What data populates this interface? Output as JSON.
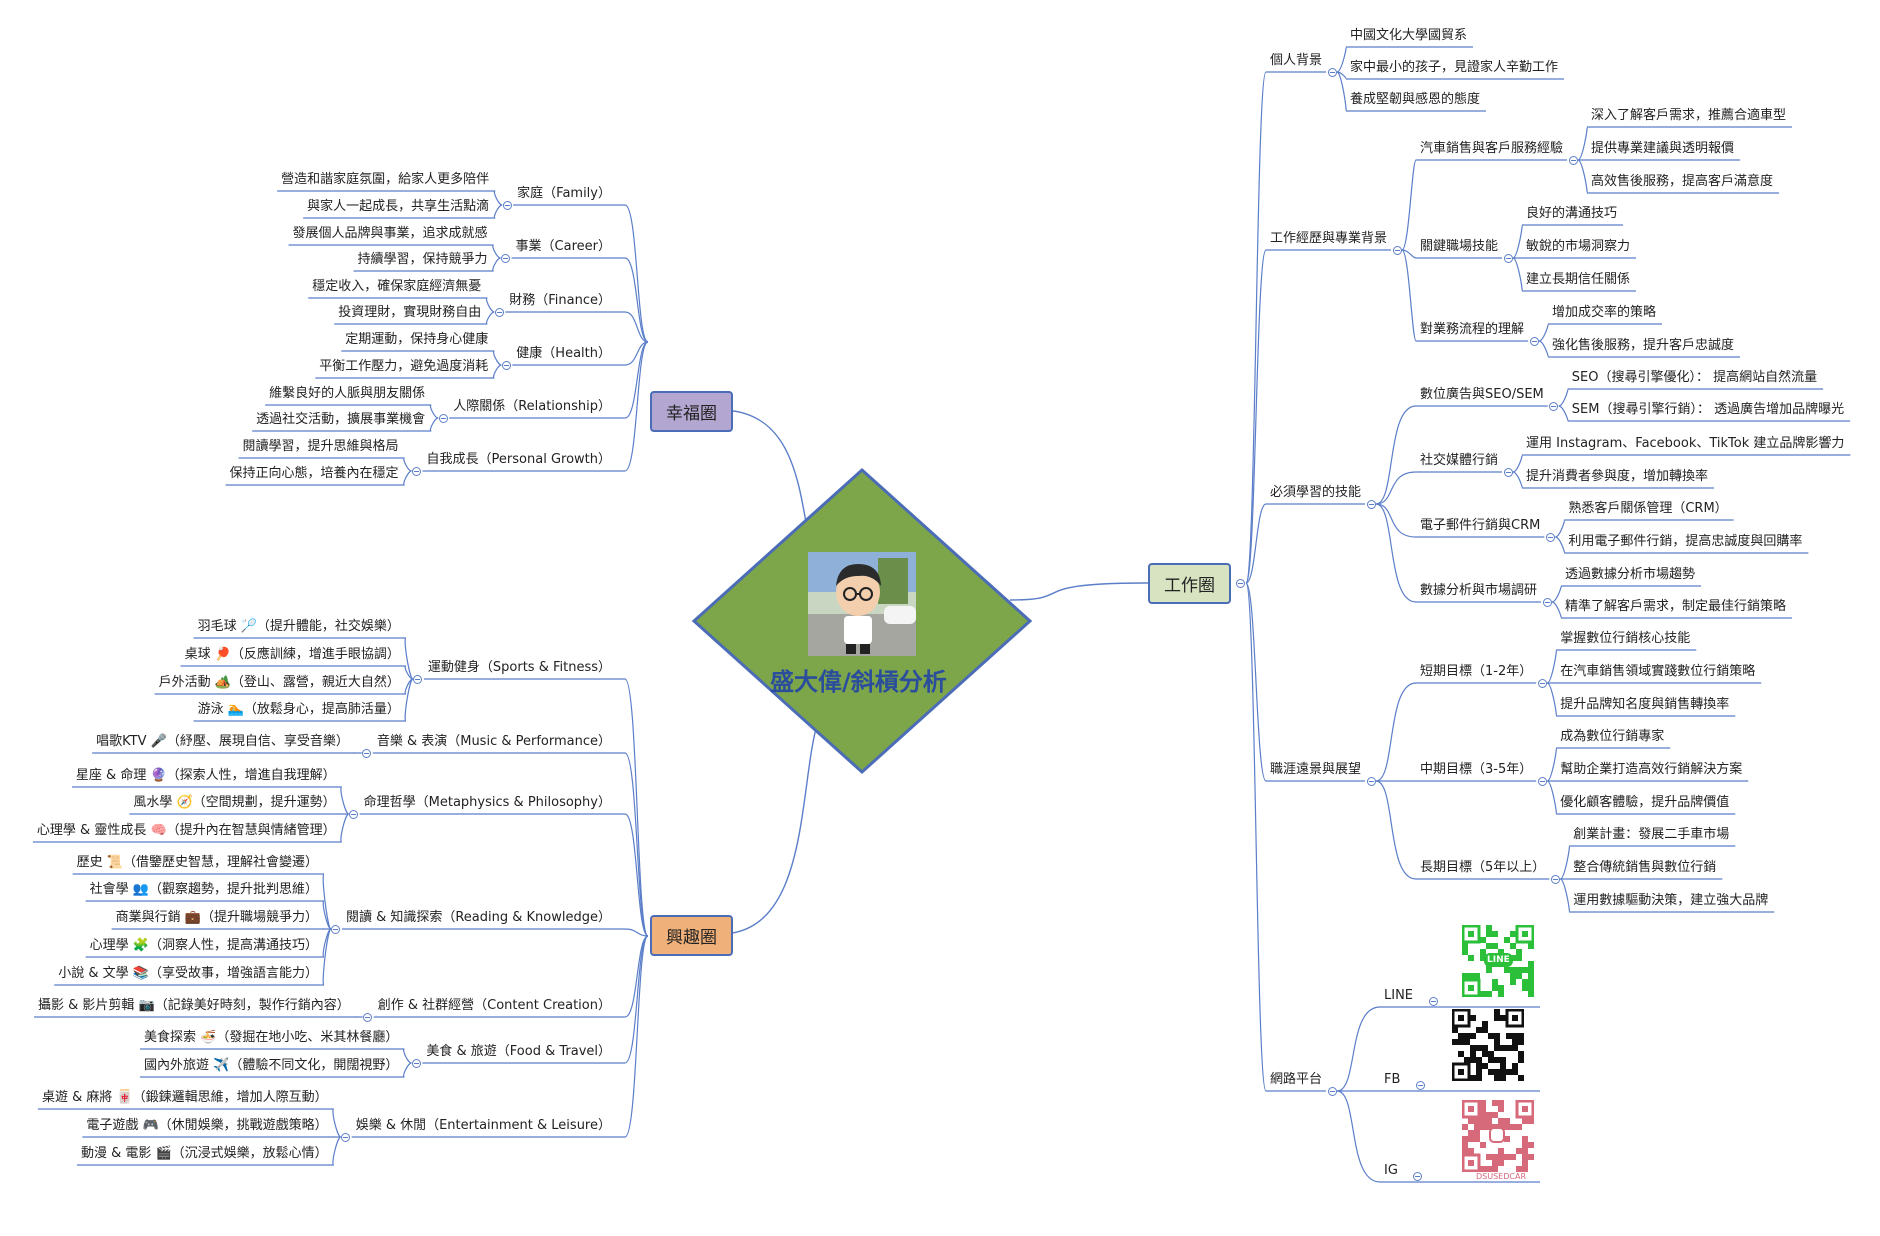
{
  "center": {
    "title": "盛大偉/斜槓分析",
    "avatar_icon": "avatar-icon"
  },
  "colors": {
    "line": "#5b7ec9",
    "happiness_fill": "#b3a6d1",
    "interest_fill": "#f0b07a",
    "work_fill": "#d7e3c1",
    "diamond_fill": "#7da54a",
    "diamond_stroke": "#4b6cb7",
    "title": "#2a4d9c"
  },
  "happiness": {
    "label": "幸福圈",
    "branches": [
      {
        "label": "家庭（Family）",
        "items": [
          "營造和諧家庭氛圍，給家人更多陪伴",
          "與家人一起成長，共享生活點滴"
        ]
      },
      {
        "label": "事業（Career）",
        "items": [
          "發展個人品牌與事業，追求成就感",
          "持續學習，保持競爭力"
        ]
      },
      {
        "label": "財務（Finance）",
        "items": [
          "穩定收入，確保家庭經濟無憂",
          "投資理財，實現財務自由"
        ]
      },
      {
        "label": "健康（Health）",
        "items": [
          "定期運動，保持身心健康",
          "平衡工作壓力，避免過度消耗"
        ]
      },
      {
        "label": "人際關係（Relationship）",
        "items": [
          "維繫良好的人脈與朋友關係",
          "透過社交活動，擴展事業機會"
        ]
      },
      {
        "label": "自我成長（Personal Growth）",
        "items": [
          "閱讀學習，提升思維與格局",
          "保持正向心態，培養內在穩定"
        ]
      }
    ]
  },
  "interest": {
    "label": "興趣圈",
    "branches": [
      {
        "label": "運動健身（Sports & Fitness）",
        "items": [
          "羽毛球 🏸（提升體能，社交娛樂）",
          "桌球 🏓（反應訓練，增進手眼協調）",
          "戶外活動 🏕️（登山、露營，親近大自然）",
          "游泳 🏊（放鬆身心，提高肺活量）"
        ]
      },
      {
        "label": "音樂 & 表演（Music & Performance）",
        "items": [
          "唱歌KTV 🎤（紓壓、展現自信、享受音樂）"
        ]
      },
      {
        "label": "命理哲學（Metaphysics & Philosophy）",
        "items": [
          "星座 & 命理 🔮（探索人性，增進自我理解）",
          "風水學 🧭（空間規劃，提升運勢）",
          "心理學 & 靈性成長 🧠（提升內在智慧與情緒管理）"
        ]
      },
      {
        "label": "閱讀 & 知識探索（Reading & Knowledge）",
        "items": [
          "歷史 📜（借鑒歷史智慧，理解社會變遷）",
          "社會學 👥（觀察趨勢，提升批判思維）",
          "商業與行銷 💼（提升職場競爭力）",
          "心理學 🧩（洞察人性，提高溝通技巧）",
          "小說 & 文學 📚（享受故事，增強語言能力）"
        ]
      },
      {
        "label": "創作 & 社群經營（Content Creation）",
        "items": [
          "攝影 & 影片剪輯 📷（記錄美好時刻，製作行銷內容）"
        ]
      },
      {
        "label": "美食 & 旅遊（Food & Travel）",
        "items": [
          "美食探索 🍜（發掘在地小吃、米其林餐廳）",
          "國內外旅遊 ✈️（體驗不同文化，開闊視野）"
        ]
      },
      {
        "label": "娛樂 & 休閒（Entertainment & Leisure）",
        "items": [
          "桌遊 & 麻將 🀄（鍛鍊邏輯思維，增加人際互動）",
          "電子遊戲 🎮（休閒娛樂，挑戰遊戲策略）",
          "動漫 & 電影 🎬（沉浸式娛樂，放鬆心情）"
        ]
      }
    ]
  },
  "work": {
    "label": "工作圈",
    "branches": [
      {
        "label": "個人背景",
        "items": [
          "中國文化大學國貿系",
          "家中最小的孩子，見證家人辛勤工作",
          "養成堅韌與感恩的態度"
        ]
      },
      {
        "label": "工作經歷與專業背景",
        "groups": [
          {
            "label": "汽車銷售與客戶服務經驗",
            "items": [
              "深入了解客戶需求，推薦合適車型",
              "提供專業建議與透明報價",
              "高效售後服務，提高客戶滿意度"
            ]
          },
          {
            "label": "關鍵職場技能",
            "items": [
              "良好的溝通技巧",
              "敏銳的市場洞察力",
              "建立長期信任關係"
            ]
          },
          {
            "label": "對業務流程的理解",
            "items": [
              "增加成交率的策略",
              "強化售後服務，提升客戶忠誠度"
            ]
          }
        ]
      },
      {
        "label": "必須學習的技能",
        "groups": [
          {
            "label": "數位廣告與SEO/SEM",
            "items": [
              "SEO（搜尋引擎優化）： 提高網站自然流量",
              "SEM（搜尋引擎行銷）： 透過廣告增加品牌曝光"
            ]
          },
          {
            "label": "社交媒體行銷",
            "items": [
              "運用 Instagram、Facebook、TikTok 建立品牌影響力",
              "提升消費者參與度，增加轉換率"
            ]
          },
          {
            "label": "電子郵件行銷與CRM",
            "items": [
              "熟悉客戶關係管理（CRM）",
              "利用電子郵件行銷，提高忠誠度與回購率"
            ]
          },
          {
            "label": "數據分析與市場調研",
            "items": [
              "透過數據分析市場趨勢",
              "精準了解客戶需求，制定最佳行銷策略"
            ]
          }
        ]
      },
      {
        "label": "職涯遠景與展望",
        "groups": [
          {
            "label": "短期目標（1-2年）",
            "items": [
              "掌握數位行銷核心技能",
              "在汽車銷售領域實踐數位行銷策略",
              "提升品牌知名度與銷售轉換率"
            ]
          },
          {
            "label": "中期目標（3-5年）",
            "items": [
              "成為數位行銷專家",
              "幫助企業打造高效行銷解決方案",
              "優化顧客體驗，提升品牌價值"
            ]
          },
          {
            "label": "長期目標（5年以上）",
            "items": [
              "創業計畫：發展二手車市場",
              "整合傳統銷售與數位行銷",
              "運用數據驅動決策，建立強大品牌"
            ]
          }
        ]
      },
      {
        "label": "網路平台",
        "platforms": [
          {
            "label": "LINE",
            "qr_badge": "LINE",
            "color": "#2bbf3a"
          },
          {
            "label": "FB",
            "color": "#111111"
          },
          {
            "label": "IG",
            "qr_caption": "DSUSEDCAR",
            "color": "#d66a7a"
          }
        ]
      }
    ]
  }
}
